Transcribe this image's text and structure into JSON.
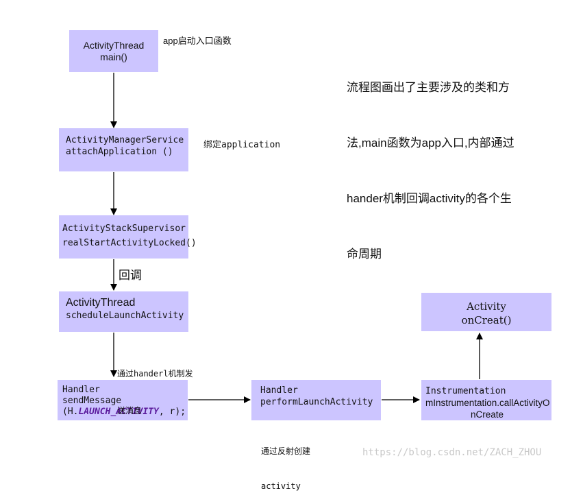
{
  "boxes": {
    "activity_thread_main": {
      "line1": "ActivityThread",
      "line2": "main()"
    },
    "ams": {
      "line1": "ActivityManagerService",
      "line2": "attachApplication ()"
    },
    "stack_supervisor": {
      "line1": "ActivityStackSupervisor",
      "line2": "realStartActivityLocked()"
    },
    "activity_thread_schedule": {
      "line1": "ActivityThread",
      "line2": "scheduleLaunchActivity"
    },
    "handler_send": {
      "line1": "Handler",
      "line2": "sendMessage",
      "line3_prefix": "(H.",
      "line3_keyword": "LAUNCH_ACTIVITY",
      "line3_suffix": ", r);"
    },
    "handler_perform": {
      "line1": "Handler",
      "line2": "performLaunchActivity"
    },
    "instrumentation": {
      "line1": "Instrumentation",
      "line2": "mInstrumentation.callActivityO",
      "line3": "nCreate"
    },
    "activity_oncreate": {
      "line1": "Activity",
      "line2": "onCreat()"
    }
  },
  "notes": {
    "entry": "app启动入口函数",
    "bind_application": "绑定application",
    "callback": "回调",
    "handler_line1": "通过handerl机制发",
    "handler_line2": "送消息",
    "reflection_line1": "通过反射创建",
    "reflection_line2": "activity",
    "description_line1": "流程图画出了主要涉及的类和方",
    "description_line2": "法,main函数为app入口,内部通过",
    "description_line3": "hander机制回调activity的各个生",
    "description_line4": "命周期"
  },
  "watermark": "https://blog.csdn.net/ZACH_ZHOU",
  "colors": {
    "box_fill": "#ccc5ff",
    "keyword": "#5a1a9c",
    "watermark": "#c8c8c8"
  }
}
